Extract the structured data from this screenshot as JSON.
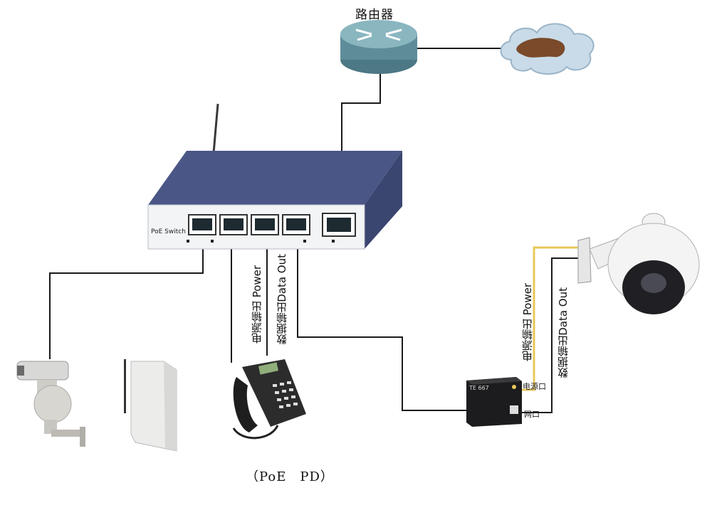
{
  "router": {
    "label": "路由器"
  },
  "switch": {
    "brand_label": "PoE Switch"
  },
  "phone_link": {
    "power_label": "电源输出 Power",
    "data_label": "数据输出Data Out"
  },
  "camera_link": {
    "power_label": "电源输出 Power",
    "data_label": "数据输出Data Out"
  },
  "splitter": {
    "brand": "TE 667",
    "power_port_label": "电源口",
    "net_port_label": "网口"
  },
  "pd_caption": "（PoE　PD）",
  "colors": {
    "switch_top": "#4a5685",
    "switch_side": "#3a4570",
    "switch_front": "#f3f4f6",
    "router": "#6f9aa6",
    "power_wire": "#e8c85a",
    "data_wire": "#1a1a1a"
  }
}
